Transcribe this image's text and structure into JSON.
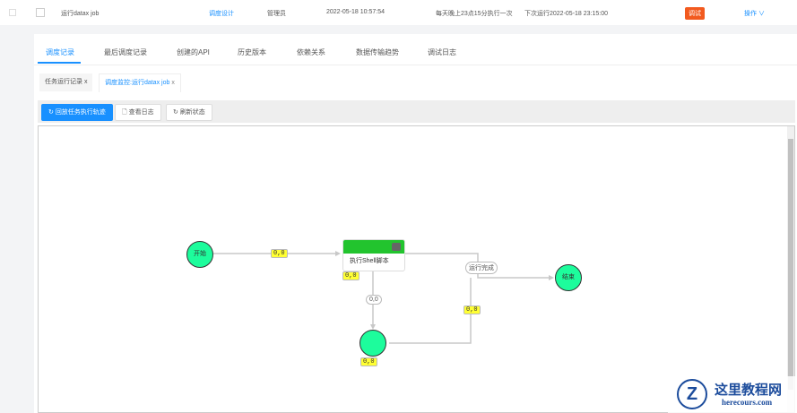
{
  "row": {
    "name": "运行datax job",
    "type": "调度设计",
    "owner": "管理员",
    "created": "2022-05-18 10:57:54",
    "schedule": "每天晚上23点15分执行一次",
    "next": "下次运行2022-05-18 23:15:00",
    "debug": "调试",
    "ops": "操作 ∨"
  },
  "tabs": [
    "调度记录",
    "最后调度记录",
    "创建的API",
    "历史版本",
    "依赖关系",
    "数据传输趋势",
    "调试日志"
  ],
  "subtabs": [
    "任务运行记录",
    "调度监控:运行datax job"
  ],
  "close": "x",
  "buttons": {
    "replay": "回放任务执行轨迹",
    "log": "查看日志",
    "refresh": "刷新状态"
  },
  "flow": {
    "start": "开始",
    "end": "结束",
    "task": "执行Shell脚本",
    "done": "运行完成",
    "zero": "0,0"
  },
  "watermark": {
    "cn": "这里教程网",
    "en": "herecours.com"
  }
}
